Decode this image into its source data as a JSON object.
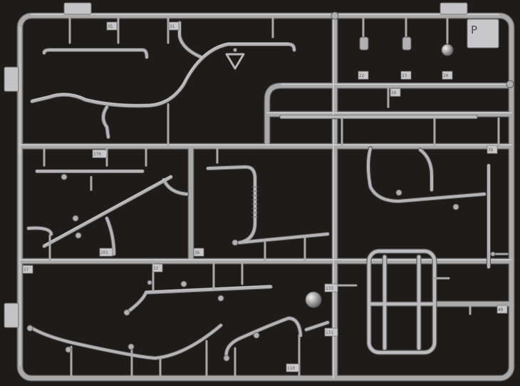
{
  "photo": {
    "subject": "plastic-model-sprue",
    "colors": {
      "background": "#1f1b19",
      "plastic": "#a9a9aa",
      "plastic_highlight": "#d8d8d8",
      "plastic_shadow": "#6e6e70"
    }
  },
  "sprue_letter": "P",
  "part_numbers": [
    {
      "id": "n1",
      "text": "35"
    },
    {
      "id": "n2",
      "text": "31"
    },
    {
      "id": "n3",
      "text": "22"
    },
    {
      "id": "n4",
      "text": "23"
    },
    {
      "id": "n5",
      "text": "20"
    },
    {
      "id": "n6",
      "text": "39"
    },
    {
      "id": "n7",
      "text": "170"
    },
    {
      "id": "n8",
      "text": "38"
    },
    {
      "id": "n9",
      "text": "201"
    },
    {
      "id": "n10",
      "text": "36"
    },
    {
      "id": "n11",
      "text": "37"
    },
    {
      "id": "n12",
      "text": "32"
    },
    {
      "id": "n13",
      "text": "133"
    },
    {
      "id": "n14",
      "text": "131"
    },
    {
      "id": "n15",
      "text": "110"
    },
    {
      "id": "n16",
      "text": "40"
    }
  ]
}
